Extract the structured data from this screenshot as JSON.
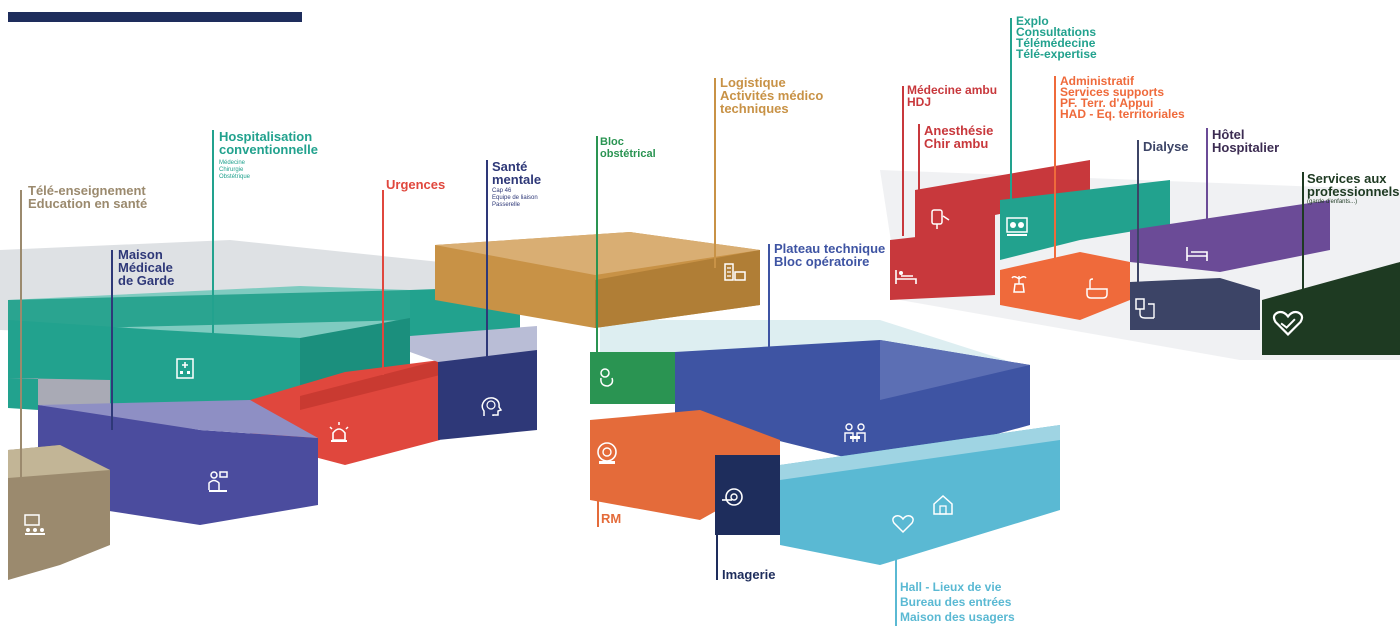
{
  "colors": {
    "navy": "#1e2d5c",
    "teal": "#22a28e",
    "tealDark": "#1b8f7d",
    "red": "#e0473d",
    "purple": "#4b4c9e",
    "khaki": "#9b8a6e",
    "ochre": "#c89246",
    "green": "#2a9452",
    "blue": "#3e54a3",
    "orange": "#e46b3a",
    "lightBlue": "#5ab9d3",
    "crimson": "#c8383c",
    "violet": "#6b4b97",
    "slate": "#3c4466",
    "darkGreen": "#1e3a22",
    "grey": "#c7cbd2"
  },
  "labels": {
    "tele": {
      "lines": [
        "Télé-enseignement",
        "Education en santé"
      ]
    },
    "mmg": {
      "lines": [
        "Maison",
        "Médicale",
        "de Garde"
      ]
    },
    "hospit": {
      "lines": [
        "Hospitalisation",
        "conventionnelle"
      ],
      "sub": [
        "Médecine",
        "Chirurgie",
        "Obstétrique"
      ]
    },
    "urgences": {
      "lines": [
        "Urgences"
      ]
    },
    "sante": {
      "lines": [
        "Santé",
        "mentale"
      ],
      "sub": [
        "Cap 46",
        "Equipe de liaison",
        "Passerelle"
      ]
    },
    "bloc_obs": {
      "lines": [
        "Bloc",
        "obstétrical"
      ]
    },
    "logistique": {
      "lines": [
        "Logistique",
        "Activités médico",
        "techniques"
      ]
    },
    "plateau": {
      "lines": [
        "Plateau technique",
        "Bloc opératoire"
      ]
    },
    "rm": {
      "lines": [
        "RM"
      ]
    },
    "imagerie": {
      "lines": [
        "Imagerie"
      ]
    },
    "hall": {
      "lines": [
        "Hall - Lieux de vie",
        "Bureau des entrées",
        "Maison des usagers"
      ]
    },
    "med_ambu": {
      "lines": [
        "Médecine ambu",
        "HDJ"
      ]
    },
    "anesth": {
      "lines": [
        "Anesthésie",
        "Chir ambu"
      ]
    },
    "explo": {
      "lines": [
        "Explo",
        "Consultations",
        "Télémédecine",
        "Télé-expertise"
      ]
    },
    "admin": {
      "lines": [
        "Administratif",
        "Services supports",
        "PF. Terr. d'Appui",
        "HAD - Eq. territoriales"
      ]
    },
    "dialyse": {
      "lines": [
        "Dialyse"
      ]
    },
    "hotel": {
      "lines": [
        "Hôtel",
        "Hospitalier"
      ]
    },
    "services": {
      "lines": [
        "Services aux",
        "professionnels"
      ],
      "sub": [
        "(garde d'enfants...)"
      ]
    }
  },
  "icons": {
    "tele": "classroom-icon",
    "mmg": "doctor-consultation-icon",
    "hospit": "hospital-building-icon",
    "urgences": "emergency-siren-icon",
    "sante": "brain-head-icon",
    "logistique": "warehouse-boxes-icon",
    "bloc_obs": "baby-icon",
    "plateau": "surgical-team-icon",
    "rm": "mri-scanner-icon",
    "imagerie": "scanner-icon",
    "hall": "heart-house-icon",
    "med_ambu": "hospital-bed-icon",
    "anesth": "syringe-bag-icon",
    "explo": "consultation-icon",
    "admin": "admin-plant-icon",
    "admin2": "bath-care-icon",
    "dialyse": "dialysis-icon",
    "hotel": "bed-icon",
    "services": "heart-hands-icon"
  }
}
